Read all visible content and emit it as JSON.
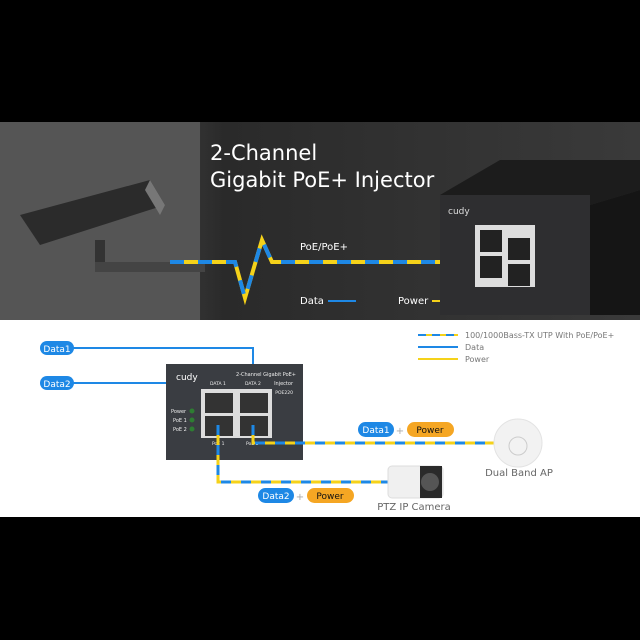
{
  "hero": {
    "title_line1": "2-Channel",
    "title_line2": "Gigabit PoE+ Injector",
    "cable_label": "PoE/PoE+",
    "legend_data": "Data",
    "legend_power": "Power"
  },
  "device": {
    "brand": "cudy",
    "name_line1": "2-Channel Gigabit PoE+",
    "name_line2": "Injector",
    "model": "POE220",
    "port_data1": "DATA 1",
    "port_data2": "DATA 2",
    "port_poe1": "PoE 1",
    "port_poe2": "PoE 2",
    "led_power": "Power",
    "led_poe1": "PoE 1",
    "led_poe2": "PoE 2"
  },
  "diagram": {
    "legend": [
      {
        "label": "100/1000Bass-TX UTP With PoE/PoE+"
      },
      {
        "label": "Data"
      },
      {
        "label": "Power"
      }
    ],
    "data1_tag": "Data1",
    "data2_tag": "Data2",
    "plus": "+",
    "power_tag": "Power",
    "ap_label": "Dual Band AP",
    "camera_label": "PTZ IP Camera"
  },
  "colors": {
    "data": "#1e88e5",
    "power": "#f5d21a",
    "power_tag": "#f5a623",
    "device": "#3a3d42"
  }
}
